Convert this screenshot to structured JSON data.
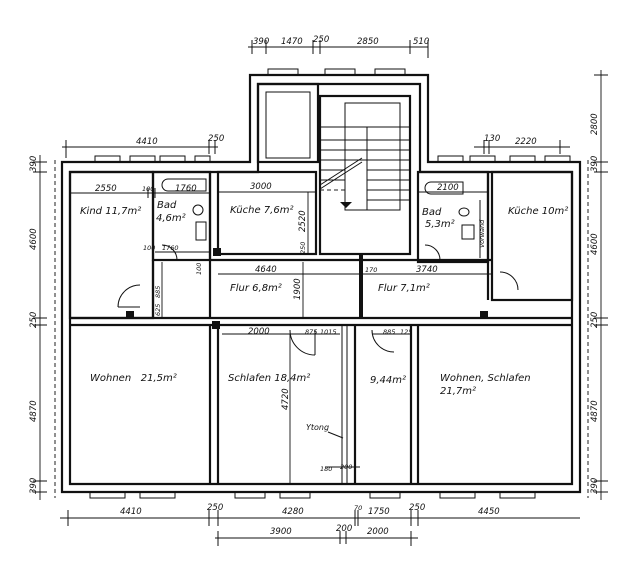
{
  "dimensions": {
    "top_stair": [
      "390",
      "1470",
      "250",
      "2850",
      "510"
    ],
    "top_left": [
      "4410",
      "250"
    ],
    "top_right": [
      "130",
      "2220"
    ],
    "bottom_row1": [
      "4410",
      "250",
      "4280",
      "70",
      "1750",
      "250",
      "4450"
    ],
    "bottom_row2": [
      "3900",
      "200",
      "2000"
    ],
    "left_side": [
      "390",
      "4600",
      "250",
      "4870",
      "390"
    ],
    "right_side": [
      "2800",
      "390",
      "4600",
      "250",
      "4870",
      "390"
    ],
    "inner": {
      "kind_width": "2550",
      "bad_left_wall": "100",
      "bad_left_width": "1760",
      "bad_left_lower_wall": "100",
      "bad_left_lower_width": "1760",
      "kueche_left_width": "3000",
      "kueche_left_depth": "2520",
      "kueche_left_bottom": "250",
      "bad_right_width": "2100",
      "flur_left_width": "4640",
      "flur_left_depth": "1900",
      "flur_gap": "170",
      "flur_right_width": "3740",
      "entry_door_885": "885",
      "entry_door_625": "625",
      "entry_100": "100",
      "schlafen_width": "2000",
      "schlafen_door_875": "875",
      "schlafen_1015": "1015",
      "schlafen_depth": "4720",
      "right_door_885": "885",
      "right_door_125": "125",
      "ytong_180": "180",
      "ytong_200": "200"
    }
  },
  "rooms": {
    "kind": "Kind 11,7m²",
    "bad_left_name": "Bad",
    "bad_left_area": "4,6m²",
    "kueche_left": "Küche 7,6m²",
    "bad_right_name": "Bad",
    "bad_right_area": "5,3m²",
    "vorwand": "Vorwand",
    "kueche_right": "Küche 10m²",
    "flur_left": "Flur 6,8m²",
    "flur_right": "Flur 7,1m²",
    "wohnen_left": "Wohnen   21,5m²",
    "schlafen": "Schlafen 18,4m²",
    "small_room": "9,44m²",
    "wohnen_schlafen_name": "Wohnen, Schlafen",
    "wohnen_schlafen_area": "21,7m²",
    "ytong": "Ytong"
  }
}
